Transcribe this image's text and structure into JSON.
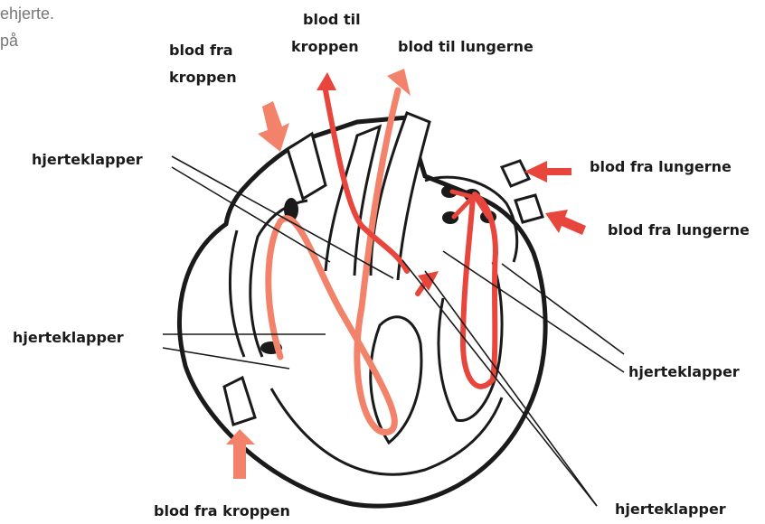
{
  "cut_text": {
    "line1": "ehjerte.",
    "line2": "på"
  },
  "labels": {
    "blod_fra_kroppen_top": {
      "line1": "blod fra",
      "line2": "kroppen"
    },
    "blod_til_kroppen": {
      "line1": "blod til",
      "line2": "kroppen"
    },
    "blod_til_lungerne": "blod til lungerne",
    "blod_fra_lungerne_1": "blod fra lungerne",
    "blod_fra_lungerne_2": "blod fra lungerne",
    "hjerteklapper_upper_left": "hjerteklapper",
    "hjerteklapper_mid_left": "hjerteklapper",
    "hjerteklapper_right": "hjerteklapper",
    "hjerteklapper_bottom_right": "hjerteklapper",
    "blod_fra_kroppen_bottom": "blod fra kroppen"
  },
  "colors": {
    "oxygen_rich": "#e8453c",
    "oxygen_poor": "#f2826a",
    "outline": "#1a1a1a"
  }
}
